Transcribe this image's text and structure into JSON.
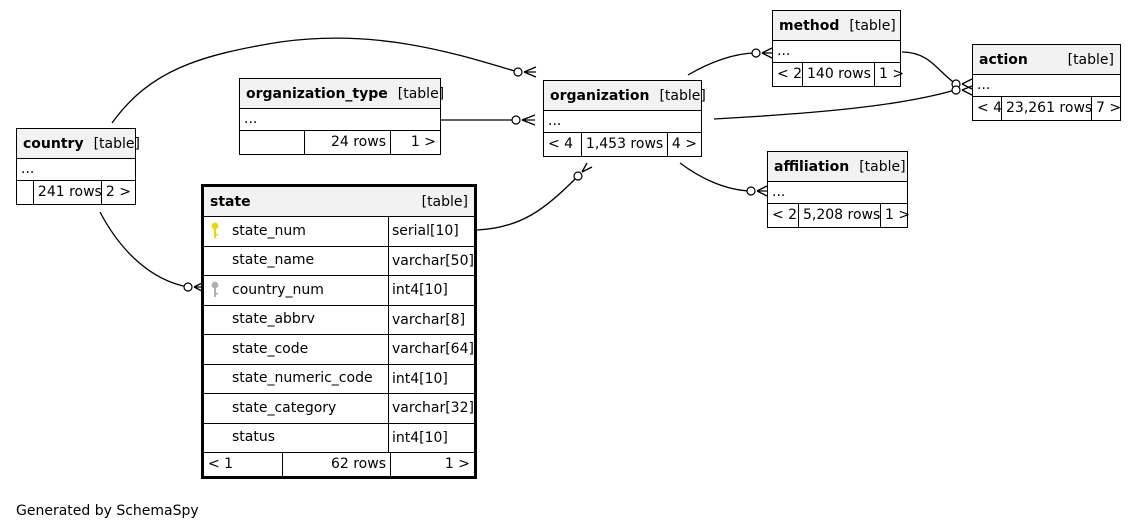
{
  "diagram": {
    "footer": "Generated by SchemaSpy",
    "ellipsis": "...",
    "tables": {
      "country": {
        "name": "country",
        "type": "[table]",
        "left": "",
        "rows": "241 rows",
        "right": "2 >"
      },
      "organization_type": {
        "name": "organization_type",
        "type": "[table]",
        "left": "",
        "rows": "24 rows",
        "right": "1 >"
      },
      "organization": {
        "name": "organization",
        "type": "[table]",
        "left": "< 4",
        "rows": "1,453 rows",
        "right": "4 >"
      },
      "method": {
        "name": "method",
        "type": "[table]",
        "left": "< 2",
        "rows": "140 rows",
        "right": "1 >"
      },
      "action": {
        "name": "action",
        "type": "[table]",
        "left": "< 4",
        "rows": "23,261 rows",
        "right": "7 >"
      },
      "affiliation": {
        "name": "affiliation",
        "type": "[table]",
        "left": "< 2",
        "rows": "5,208 rows",
        "right": "1 >"
      },
      "state": {
        "name": "state",
        "type": "[table]",
        "left": "< 1",
        "rows": "62 rows",
        "right": "1 >",
        "columns": [
          {
            "name": "state_num",
            "type": "serial[10]",
            "key": "primary"
          },
          {
            "name": "state_name",
            "type": "varchar[50]",
            "key": ""
          },
          {
            "name": "country_num",
            "type": "int4[10]",
            "key": "foreign"
          },
          {
            "name": "state_abbrv",
            "type": "varchar[8]",
            "key": ""
          },
          {
            "name": "state_code",
            "type": "varchar[64]",
            "key": ""
          },
          {
            "name": "state_numeric_code",
            "type": "int4[10]",
            "key": ""
          },
          {
            "name": "state_category",
            "type": "varchar[32]",
            "key": ""
          },
          {
            "name": "status",
            "type": "int4[10]",
            "key": ""
          }
        ]
      }
    },
    "colors": {
      "header_bg": "#f2f2f2",
      "primary_key": "#e6d800",
      "foreign_key": "#b0b0b0"
    }
  }
}
